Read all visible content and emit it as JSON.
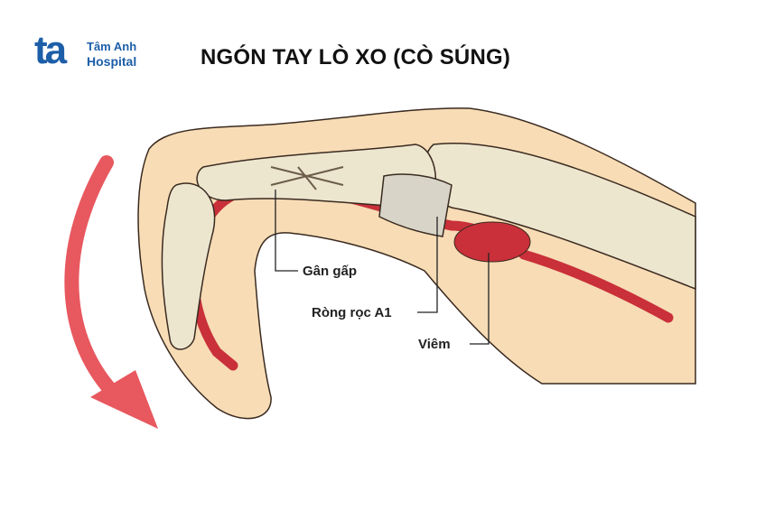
{
  "logo": {
    "mark": "ta",
    "line1": "Tâm Anh",
    "line2": "Hospital"
  },
  "title": "NGÓN TAY LÒ XO (CÒ SÚNG)",
  "labels": {
    "tendon": "Gân gấp",
    "pulley": "Ròng rọc A1",
    "inflammation": "Viêm"
  },
  "colors": {
    "brand": "#1d5ea8",
    "skin": "#f7dcb5",
    "bone": "#ede6cf",
    "tendon": "#c9303a",
    "arrow": "#e8585f"
  }
}
